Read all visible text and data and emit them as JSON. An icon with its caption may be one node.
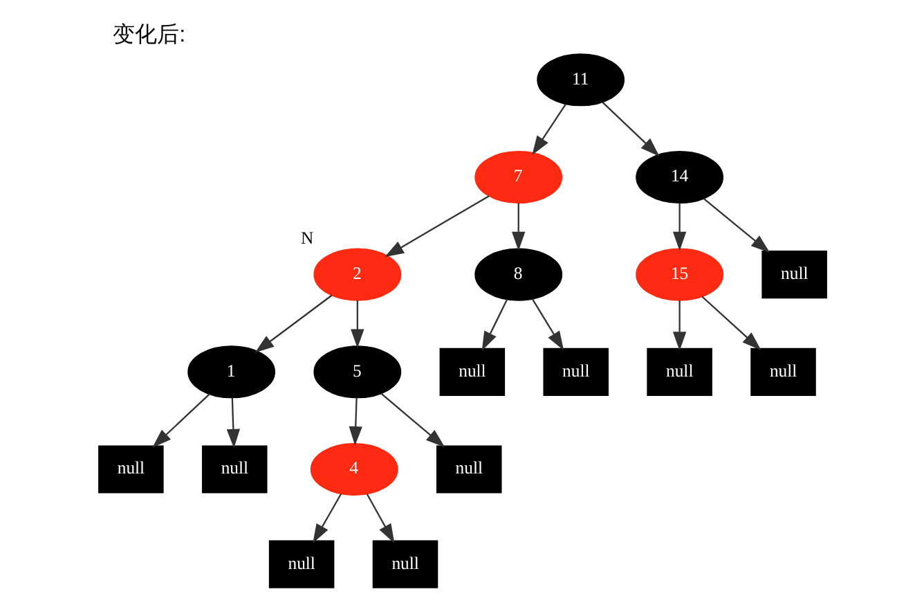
{
  "diagram": {
    "title": "变化后:",
    "nodes": [
      {
        "text": [
          "11"
        ]
      },
      {
        "text": [
          "7"
        ]
      },
      {
        "text": [
          "14"
        ]
      },
      {
        "text": [
          "2"
        ],
        "beside": [
          "N"
        ]
      },
      {
        "text": [
          "8"
        ]
      },
      {
        "text": [
          "15"
        ]
      },
      {
        "text": [
          "null"
        ]
      },
      {
        "text": [
          "1"
        ]
      },
      {
        "text": [
          "5"
        ]
      },
      {
        "text": [
          "null"
        ]
      },
      {
        "text": [
          "null"
        ]
      },
      {
        "text": [
          "null"
        ]
      },
      {
        "text": [
          "null"
        ]
      },
      {
        "text": [
          "null"
        ]
      },
      {
        "text": [
          "null"
        ]
      },
      {
        "text": [
          "4"
        ]
      },
      {
        "text": [
          "null"
        ]
      },
      {
        "text": [
          "null"
        ]
      },
      {
        "text": [
          "null"
        ]
      }
    ],
    "edges": [
      {
        "from": 0,
        "to": 1,
        "arrow": "to"
      },
      {
        "from": 0,
        "to": 2,
        "arrow": "to"
      },
      {
        "from": 1,
        "to": 3,
        "arrow": "to"
      },
      {
        "from": 1,
        "to": 4,
        "arrow": "to"
      },
      {
        "from": 2,
        "to": 5,
        "arrow": "to"
      },
      {
        "from": 2,
        "to": 6,
        "arrow": "to"
      },
      {
        "from": 3,
        "to": 7,
        "arrow": "to"
      },
      {
        "from": 3,
        "to": 8,
        "arrow": "to"
      },
      {
        "from": 4,
        "to": 9,
        "arrow": "to"
      },
      {
        "from": 4,
        "to": 10,
        "arrow": "to"
      },
      {
        "from": 5,
        "to": 11,
        "arrow": "to"
      },
      {
        "from": 5,
        "to": 12,
        "arrow": "to"
      },
      {
        "from": 7,
        "to": 13,
        "arrow": "to"
      },
      {
        "from": 7,
        "to": 14,
        "arrow": "to"
      },
      {
        "from": 8,
        "to": 15,
        "arrow": "to"
      },
      {
        "from": 8,
        "to": 16,
        "arrow": "to"
      },
      {
        "from": 15,
        "to": 17,
        "arrow": "to"
      },
      {
        "from": 15,
        "to": 18,
        "arrow": "to"
      }
    ]
  }
}
